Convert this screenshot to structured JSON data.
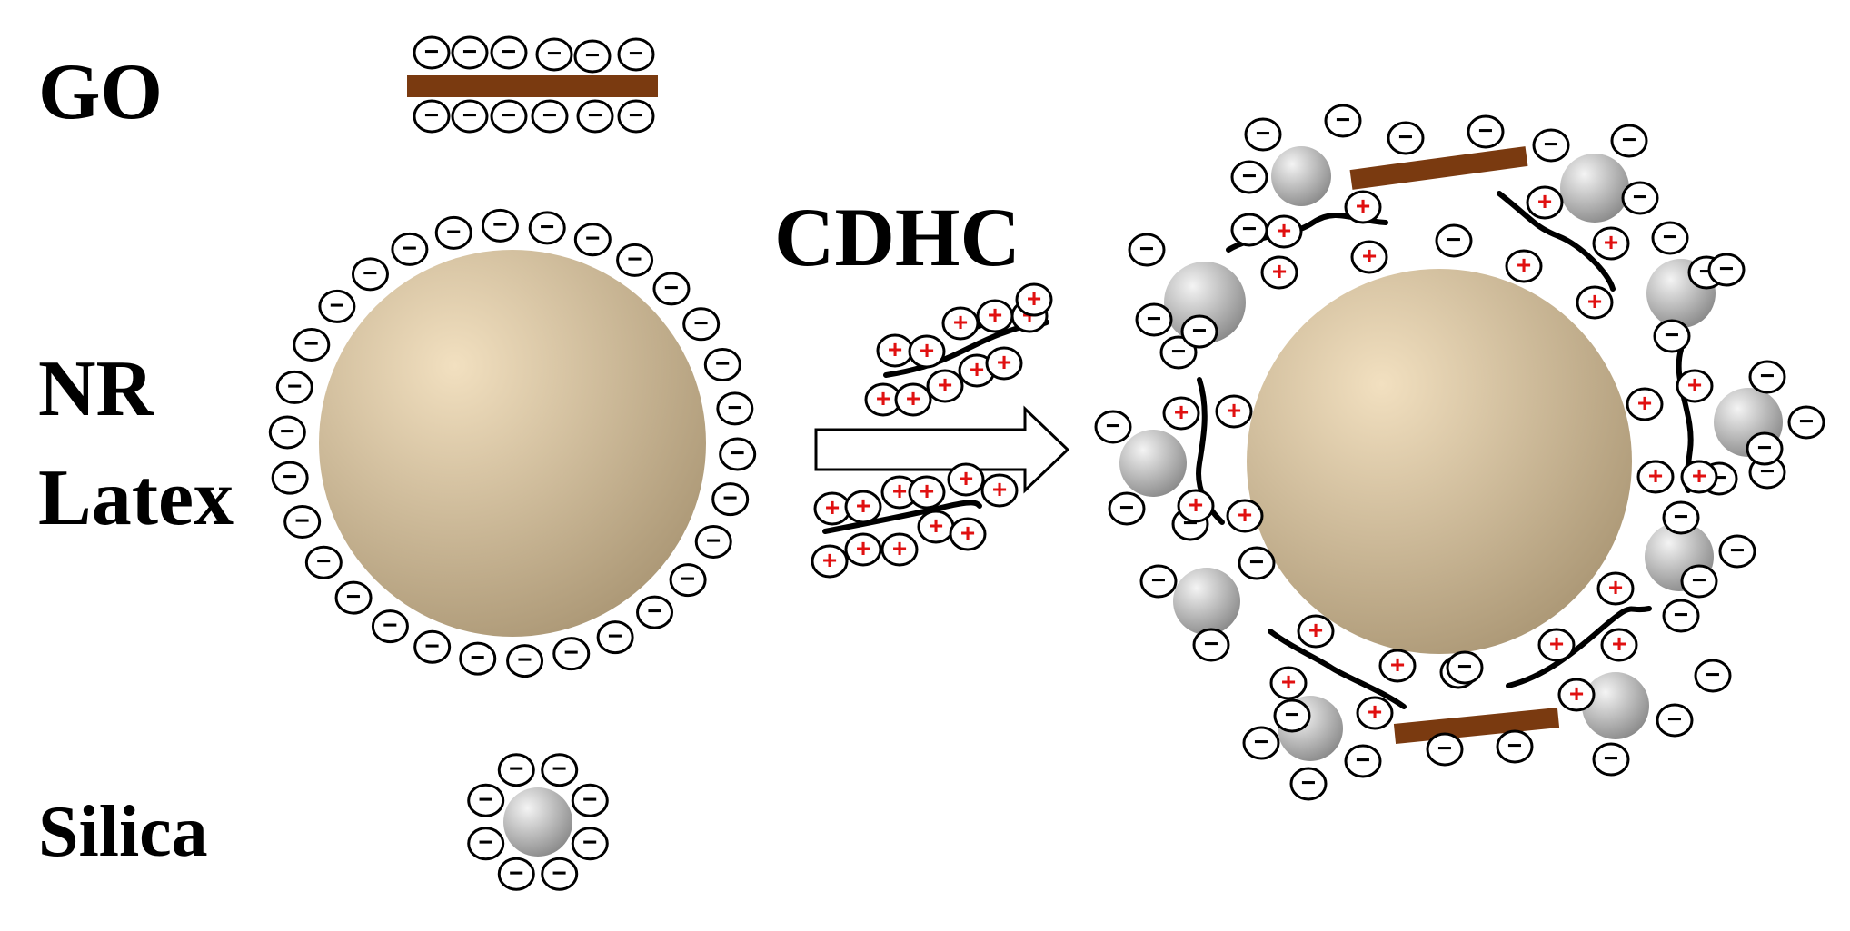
{
  "labels": {
    "go": "GO",
    "nr": "NR",
    "latex": "Latex",
    "silica": "Silica",
    "cdhc": "CDHC"
  },
  "charges": {
    "negative": "−",
    "positive": "+"
  },
  "colors": {
    "graphene_oxide": "#7a3a10",
    "latex_light": "#f2e0c0",
    "latex_dark": "#a89472",
    "silica_light": "#f2f2f2",
    "silica_dark": "#8a8a8a",
    "negative_sign": "#000000",
    "positive_sign": "#e01010",
    "cdhc_chain": "#000000"
  }
}
